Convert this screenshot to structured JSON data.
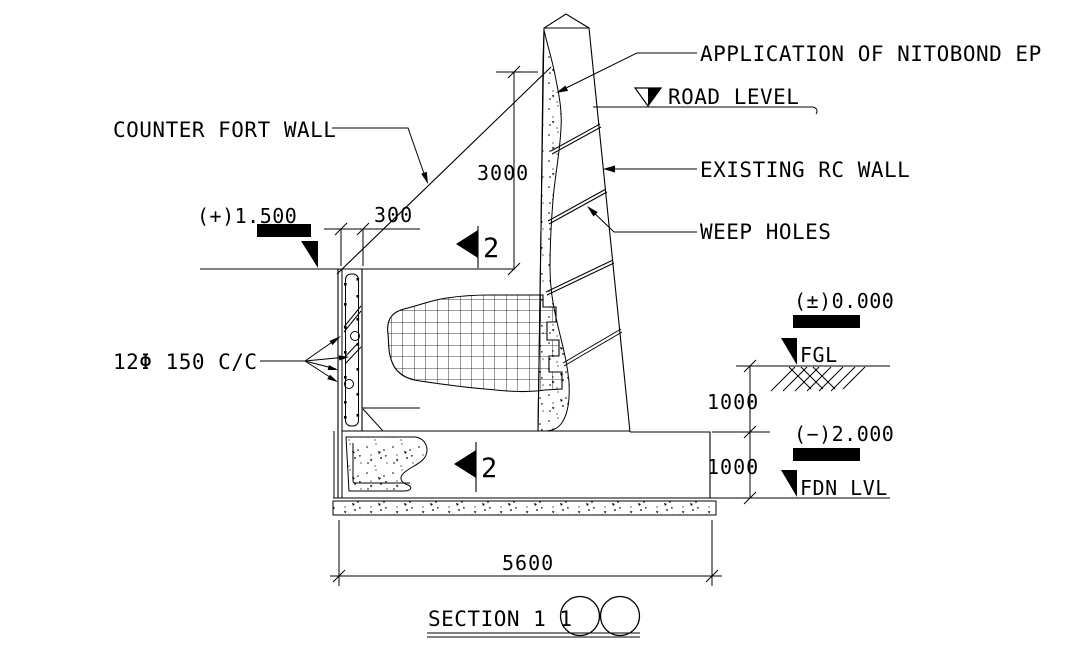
{
  "title": {
    "section": "SECTION 1 1"
  },
  "labels": {
    "application": "APPLICATION OF NITOBOND EP",
    "road_level": "ROAD LEVEL",
    "existing_wall": "EXISTING RC WALL",
    "weep_holes": "WEEP HOLES",
    "counter_fort": "COUNTER FORT WALL",
    "rebar_note": "12Φ 150 C/C",
    "fgl": "FGL",
    "fdn": "FDN LVL"
  },
  "levels": {
    "road": "(+)1.500",
    "ground": "(±)0.000",
    "foundation": "(−)2.000"
  },
  "dimensions": {
    "wall_height": "3000",
    "stem_thickness": "300",
    "base_width": "5600",
    "upper_depth": "1000",
    "lower_depth": "1000"
  },
  "section_marker": "2",
  "colors": {
    "line": "#000000",
    "background": "#ffffff"
  }
}
